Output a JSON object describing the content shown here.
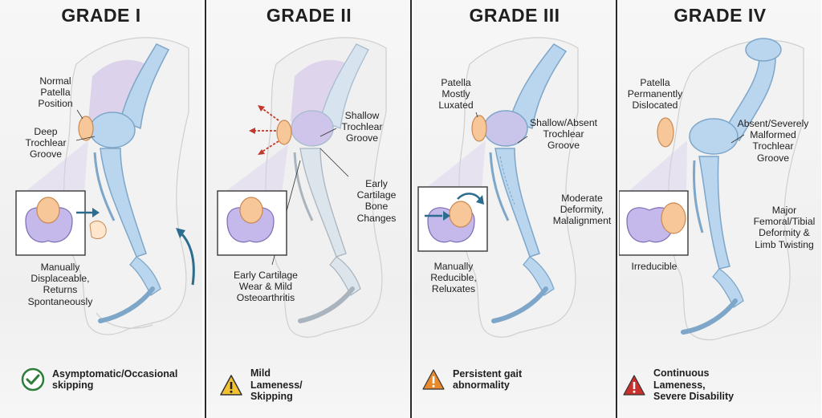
{
  "panels": [
    {
      "title": "GRADE I",
      "labels": {
        "patella": "Normal\nPatella\nPosition",
        "groove": "Deep\nTrochlear\nGroove",
        "inset": "Manually\nDisplaceable,\nReturns\nSpontaneously"
      },
      "footer": "Asymptomatic/Occasional\nskipping",
      "icon": "check-circle-icon",
      "icon_color": "#2f7d3a"
    },
    {
      "title": "GRADE II",
      "labels": {
        "groove": "Shallow\nTrochlear\nGroove",
        "cartilage": "Early\nCartilage\nBone\nChanges",
        "inset": "Early Cartilage\nWear & Mild\nOsteoarthritis"
      },
      "footer": "Mild\nLameness/\nSkipping",
      "icon": "warning-triangle-icon",
      "icon_color": "#f2c230"
    },
    {
      "title": "GRADE III",
      "labels": {
        "patella": "Patella\nMostly\nLuxated",
        "groove": "Shallow/Absent\nTrochlear\nGroove",
        "deformity": "Moderate\nDeformity,\nMalalignment",
        "inset": "Manually\nReducible,\nReluxates"
      },
      "footer": "Persistent gait\nabnormality",
      "icon": "warning-triangle-icon",
      "icon_color": "#e8892e"
    },
    {
      "title": "GRADE IV",
      "labels": {
        "patella": "Patella\nPermanently\nDislocated",
        "groove": "Absent/Severely\nMalformed\nTrochlear\nGroove",
        "deformity": "Major\nFemoral/Tibial\nDeformity &\nLimb Twisting",
        "inset": "Irreducible"
      },
      "footer": "Continuous\nLameness,\nSevere Disability",
      "icon": "warning-triangle-icon",
      "icon_color": "#c8302c"
    }
  ],
  "colors": {
    "bone": "#b9d6ee",
    "bone_stroke": "#7ea6c9",
    "patella": "#f7c79a",
    "patella_stroke": "#c98a52",
    "trochlea": "#b9aee0",
    "arrow_blue": "#2c6c8f",
    "arrow_red": "#c0392b"
  }
}
